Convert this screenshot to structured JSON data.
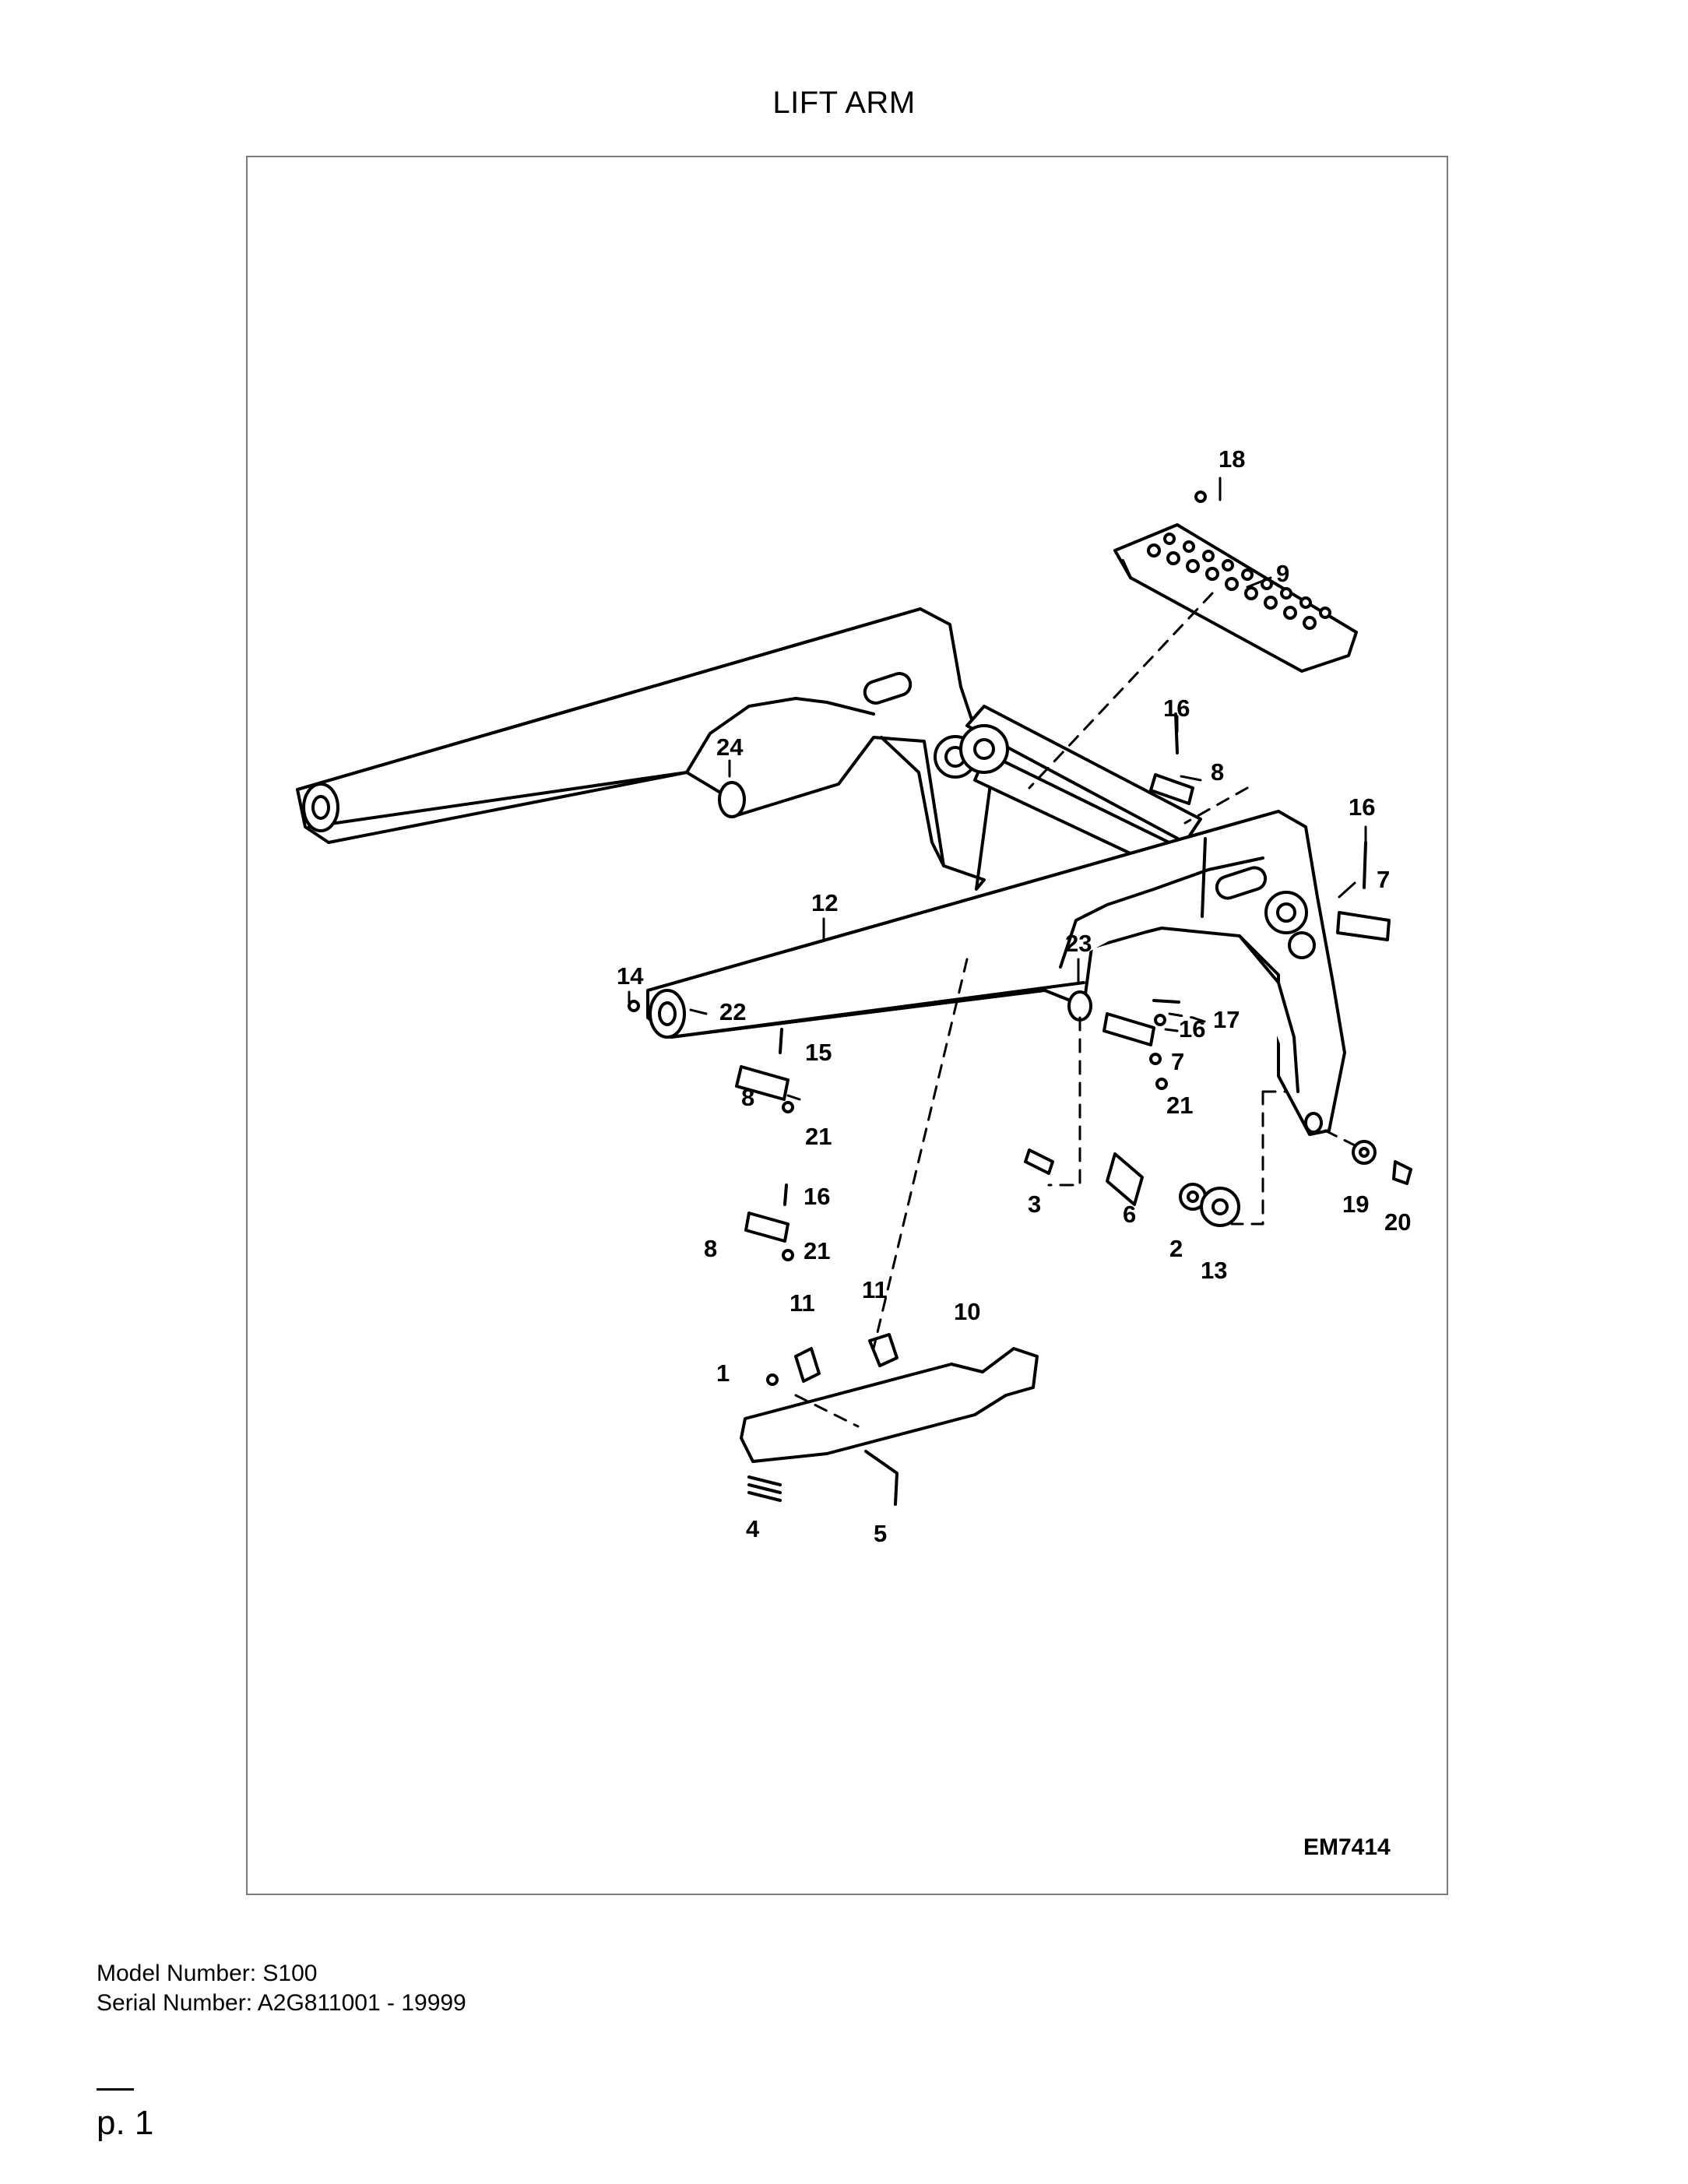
{
  "page": {
    "title": "LIFT ARM",
    "model_line": "Model Number: S100",
    "serial_line": "Serial Number: A2G811001 - 19999",
    "page_number": "p. 1"
  },
  "diagram": {
    "figure_code": "EM7414",
    "callouts": [
      "18",
      "9",
      "16",
      "8",
      "16",
      "7",
      "24",
      "12",
      "23",
      "14",
      "22",
      "17",
      "16",
      "15",
      "7",
      "8",
      "21",
      "21",
      "3",
      "6",
      "19",
      "20",
      "16",
      "8",
      "21",
      "2",
      "13",
      "11",
      "11",
      "10",
      "1",
      "4",
      "5"
    ]
  }
}
